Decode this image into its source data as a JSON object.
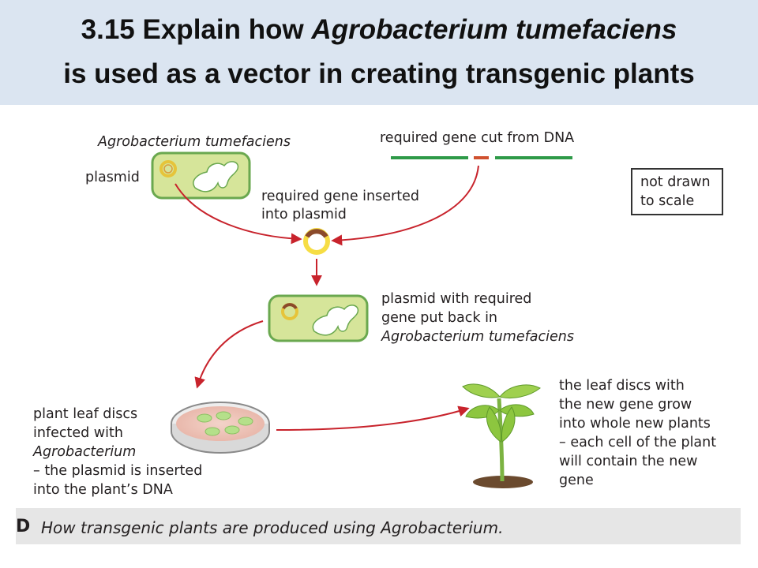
{
  "header": {
    "title_line1_a": "3.15 Explain how ",
    "title_line1_b": "Agrobacterium tumefaciens",
    "title_line2": "is used as a vector in creating transgenic plants"
  },
  "labels": {
    "agrobacterium": "Agrobacterium tumefaciens",
    "plasmid": "plasmid",
    "gene_cut": "required gene cut from DNA",
    "not_drawn_1": "not drawn",
    "not_drawn_2": "to scale",
    "inserted_1": "required gene inserted",
    "inserted_2": "into plasmid",
    "putback_1": "plasmid with required",
    "putback_2": "gene put back in",
    "putback_3": "Agrobacterium tumefaciens",
    "discs_1": "plant leaf discs",
    "discs_2": "infected with",
    "discs_3": "Agrobacterium",
    "discs_4": "– the plasmid is inserted",
    "discs_5": "into the plant’s DNA",
    "grow_1": "the leaf discs with",
    "grow_2": "the new gene grow",
    "grow_3": "into whole new plants",
    "grow_4": "– each cell of the plant",
    "grow_5": "will contain the new",
    "grow_6": "gene"
  },
  "caption": {
    "letter": "D",
    "text": "How transgenic plants are produced using Agrobacterium."
  },
  "colors": {
    "header_bg": "#dbe5f1",
    "cell_fill": "#d6e59a",
    "cell_border": "#6aa84f",
    "dna_green": "#2e9a48",
    "gene_red": "#d0512f",
    "arrow_red": "#c8232c",
    "plasmid_yellow": "#f6dd44",
    "plasmid_brown": "#8b4a2b"
  },
  "icons": [
    "bacterium-cell-icon",
    "plasmid-ring-icon",
    "dna-strand-icon",
    "petri-dish-icon",
    "plant-seedling-icon"
  ]
}
